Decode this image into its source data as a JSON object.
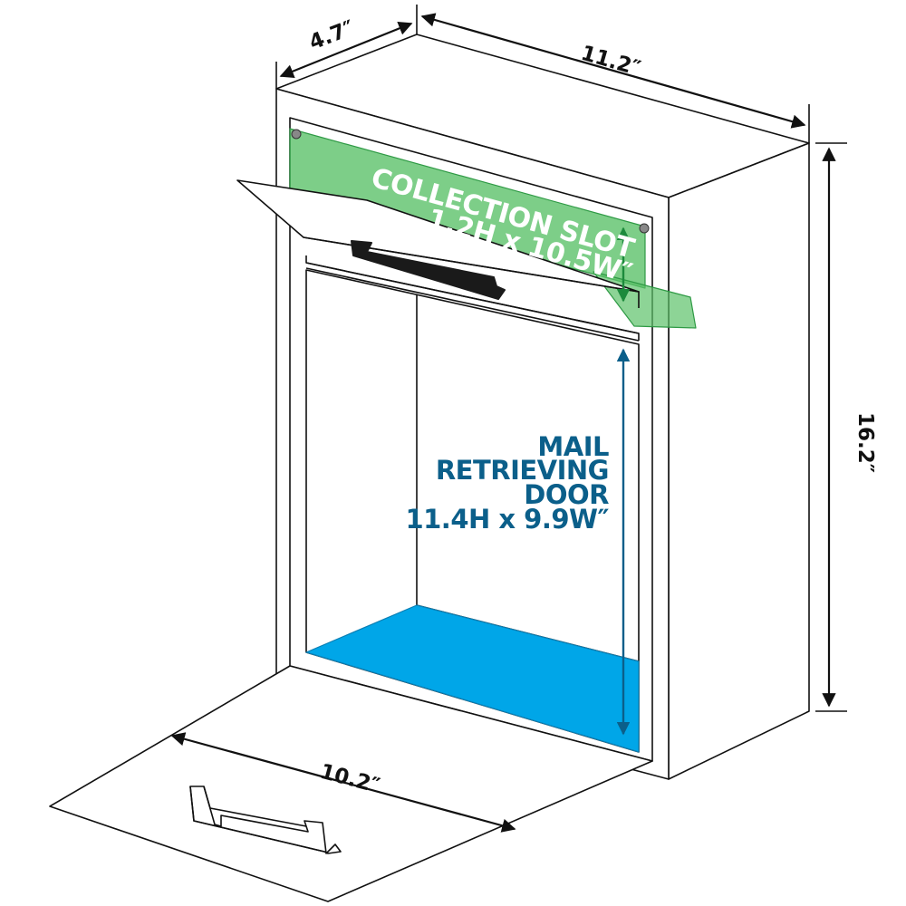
{
  "dimensions": {
    "depth": "4.7″",
    "width": "11.2″",
    "height": "16.2″",
    "door_width": "10.2″"
  },
  "collection_slot": {
    "title": "COLLECTION SLOT",
    "size": "1.2H x 10.5W″"
  },
  "mail_door": {
    "line1": "MAIL",
    "line2": "RETRIEVING",
    "line3": "DOOR",
    "size": "11.4H x 9.9W″"
  },
  "colors": {
    "line": "#111111",
    "slot_highlight": "#5cc26a",
    "slot_arrow": "#1c8a3c",
    "door_text": "#0b5f8a",
    "floor_fill": "#00a6e8",
    "door_arrow": "#0b5f8a"
  }
}
